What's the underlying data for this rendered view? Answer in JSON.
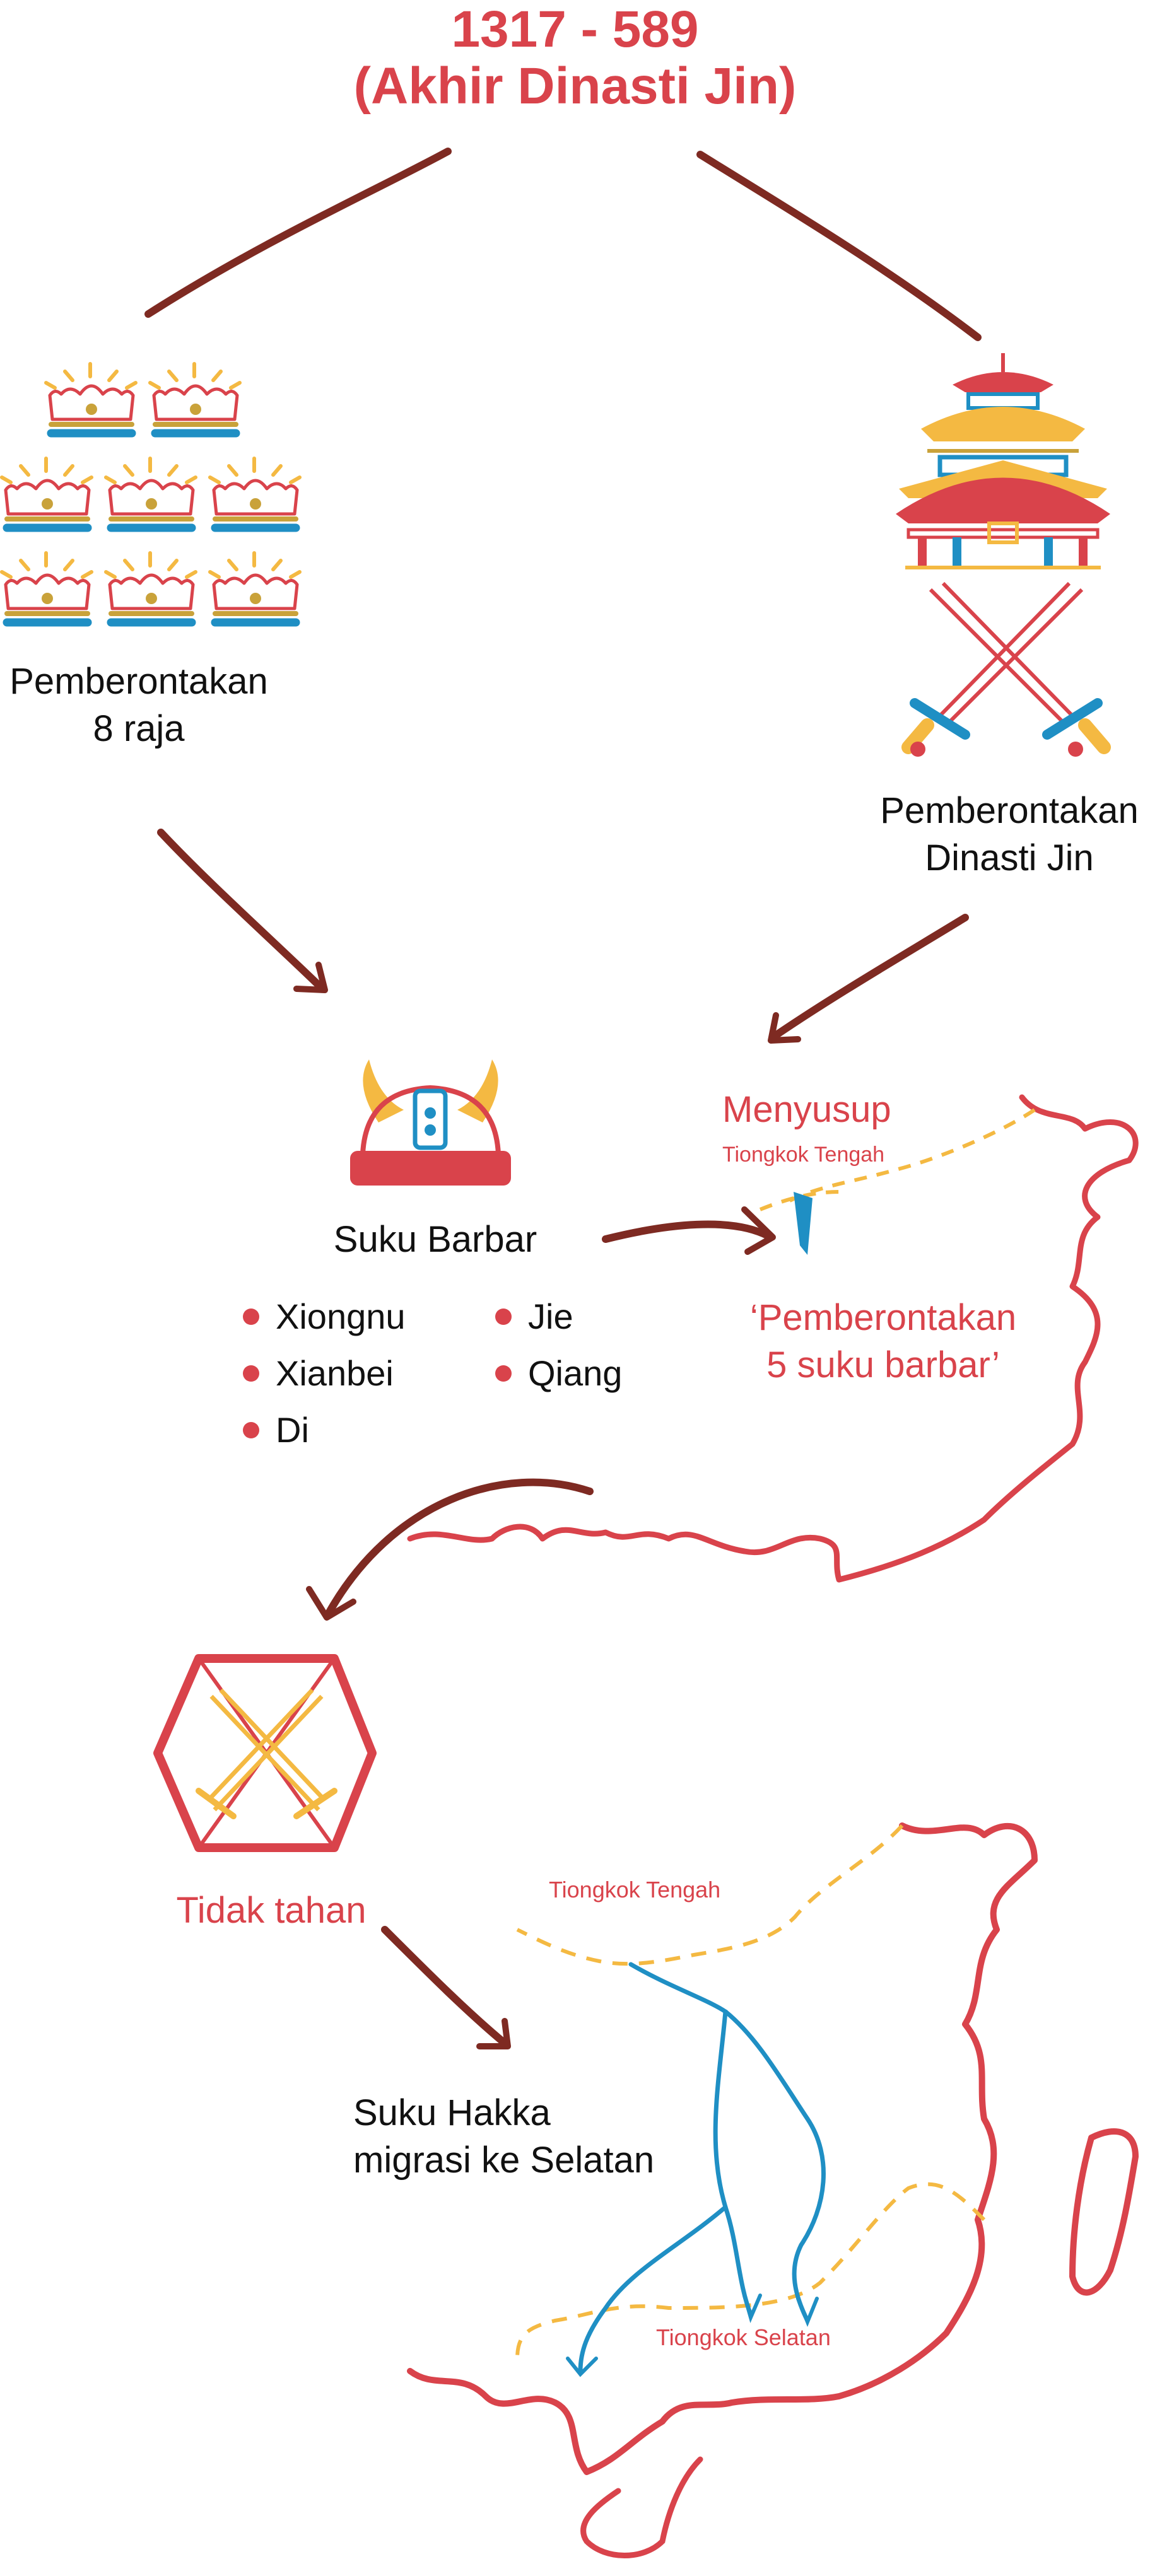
{
  "title": {
    "line1": "1317 - 589",
    "line2": "(Akhir Dinasti Jin)"
  },
  "left_branch": {
    "label_line1": "Pemberontakan",
    "label_line2": "8 raja"
  },
  "right_branch": {
    "label_line1": "Pemberontakan",
    "label_line2": "Dinasti Jin"
  },
  "barbarians": {
    "label": "Suku Barbar",
    "tribes": [
      "Xiongnu",
      "Jie",
      "Xianbei",
      "Qiang",
      "Di"
    ]
  },
  "infiltration": {
    "label": "Menyusup",
    "region": "Tiongkok Tengah",
    "event_line1": "‘Pemberontakan",
    "event_line2": "5 suku barbar’"
  },
  "collapse": {
    "label": "Tidak tahan"
  },
  "migration": {
    "label_line1": "Suku Hakka",
    "label_line2": "migrasi ke Selatan",
    "region_center": "Tiongkok Tengah",
    "region_south": "Tiongkok Selatan"
  },
  "colors": {
    "red": "#d9434b",
    "dark_red_arrow": "#7e2a22",
    "blue": "#1f8fc4",
    "gold": "#f4b942",
    "brown_gold": "#c9a23a"
  },
  "icons": [
    "crown-icon",
    "pagoda-icon",
    "crossed-swords-icon",
    "viking-helmet-icon",
    "hexagon-swords-icon"
  ]
}
